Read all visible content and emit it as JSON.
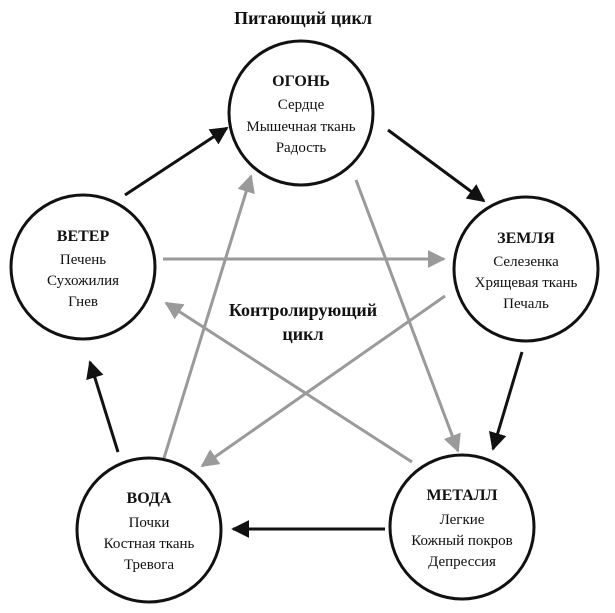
{
  "titles": {
    "feeding_cycle": "Питающий цикл",
    "controlling_line1": "Контролирующий",
    "controlling_line2": "цикл"
  },
  "nodes": [
    {
      "id": "fire",
      "name": "ОГОНЬ",
      "lines": [
        "Сердце",
        "Мышечная ткань",
        "Радость"
      ]
    },
    {
      "id": "earth",
      "name": "ЗЕМЛЯ",
      "lines": [
        "Селезенка",
        "Хрящевая ткань",
        "Печаль"
      ]
    },
    {
      "id": "metal",
      "name": "МЕТАЛЛ",
      "lines": [
        "Легкие",
        "Кожный покров",
        "Депрессия"
      ]
    },
    {
      "id": "water",
      "name": "ВОДА",
      "lines": [
        "Почки",
        "Костная ткань",
        "Тревога"
      ]
    },
    {
      "id": "wind",
      "name": "ВЕТЕР",
      "lines": [
        "Печень",
        "Сухожилия",
        "Гнев"
      ]
    }
  ],
  "colors": {
    "feeding_arrow": "#111111",
    "controlling_arrow": "#9a9a9a",
    "circle_stroke": "#111111"
  },
  "feeding_cycle": [
    [
      "wind",
      "fire"
    ],
    [
      "fire",
      "earth"
    ],
    [
      "earth",
      "metal"
    ],
    [
      "metal",
      "water"
    ],
    [
      "water",
      "wind"
    ]
  ],
  "controlling_cycle": [
    [
      "wind",
      "earth"
    ],
    [
      "earth",
      "water"
    ],
    [
      "water",
      "fire"
    ],
    [
      "fire",
      "metal"
    ],
    [
      "metal",
      "wind"
    ]
  ]
}
